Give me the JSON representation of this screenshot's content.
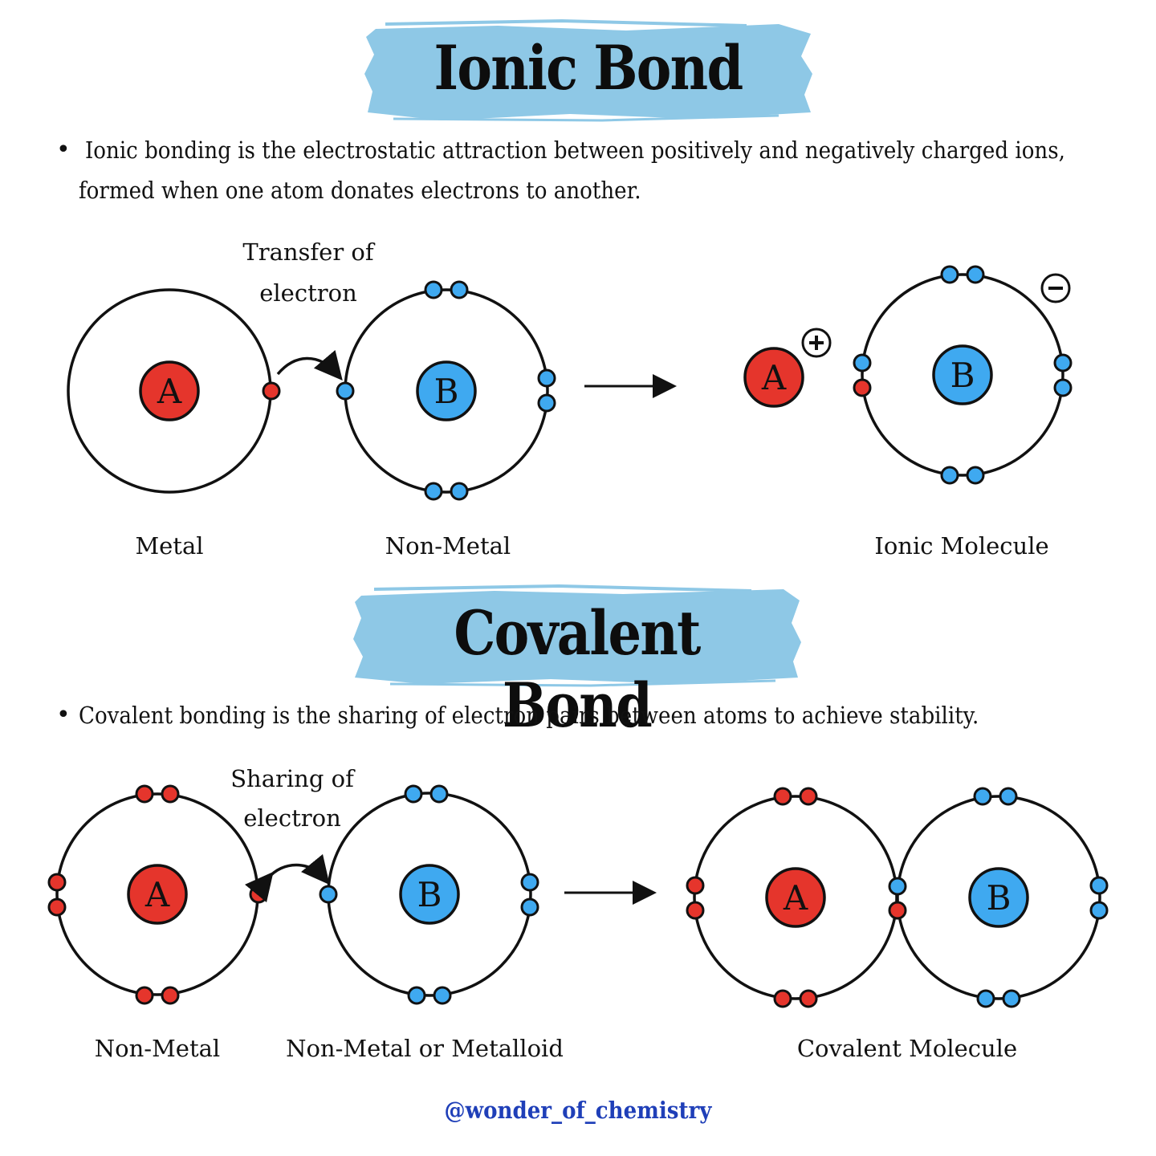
{
  "colors": {
    "banner": "#8ec8e6",
    "red_particle": "#e5352c",
    "blue_particle": "#3fa9f0",
    "outline": "#111111",
    "credit": "#1f3fb8"
  },
  "ionic": {
    "title": "Ionic Bond",
    "description_line1": "Ionic bonding is the electrostatic attraction between positively and negatively charged ions,",
    "description_line2": "formed when one atom donates electrons to another.",
    "transfer_label_line1": "Transfer of",
    "transfer_label_line2": "electron",
    "atom_a_letter": "A",
    "atom_b_letter": "B",
    "metal_label": "Metal",
    "nonmetal_label": "Non-Metal",
    "molecule_label": "Ionic Molecule",
    "positive_sign": "+",
    "negative_sign": "−"
  },
  "covalent": {
    "title": "Covalent Bond",
    "description": "Covalent bonding is the sharing of electron pairs between atoms to achieve stability.",
    "sharing_label_line1": "Sharing of",
    "sharing_label_line2": "electron",
    "atom_a_letter": "A",
    "atom_b_letter": "B",
    "nonmetal_label": "Non-Metal",
    "nonmetal_or_metalloid_label": "Non-Metal or Metalloid",
    "molecule_label": "Covalent Molecule"
  },
  "credit": "@wonder_of_chemistry"
}
